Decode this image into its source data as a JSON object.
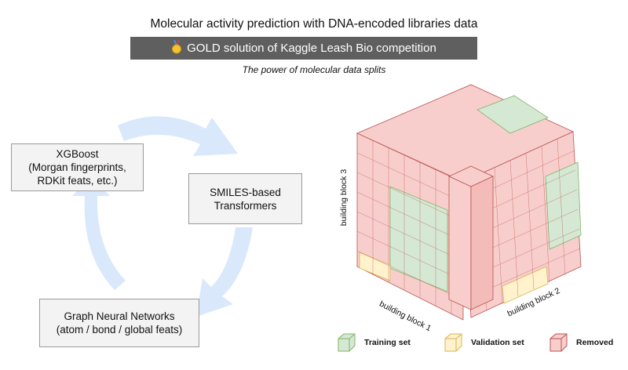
{
  "title": "Molecular activity prediction with DNA-encoded libraries data",
  "banner": {
    "medal_icon": "gold-medal-icon",
    "text": "GOLD solution of Kaggle Leash Bio competition"
  },
  "subtitle": "The power of molecular data splits",
  "models": {
    "xgboost": [
      "XGBoost",
      "(Morgan fingerprints,",
      "RDKit feats, etc.)"
    ],
    "transformers": [
      "SMILES-based",
      "Transformers"
    ],
    "gnn": [
      "Graph Neural Networks",
      "(atom / bond / global feats)"
    ]
  },
  "cube": {
    "axis_labels": {
      "block1": "building block 1",
      "block2": "building block 2",
      "block3": "building block 3"
    }
  },
  "legend": [
    {
      "label": "Training set",
      "color": "#d5e8d4"
    },
    {
      "label": "Validation set",
      "color": "#fff2cc"
    },
    {
      "label": "Removed",
      "color": "#f8cecc"
    }
  ],
  "colors": {
    "arrow": "#dae8fc",
    "red_stroke": "#b85450",
    "green_stroke": "#82b366",
    "yellow_stroke": "#d6b656",
    "banner_bg": "#5f5f5f"
  }
}
